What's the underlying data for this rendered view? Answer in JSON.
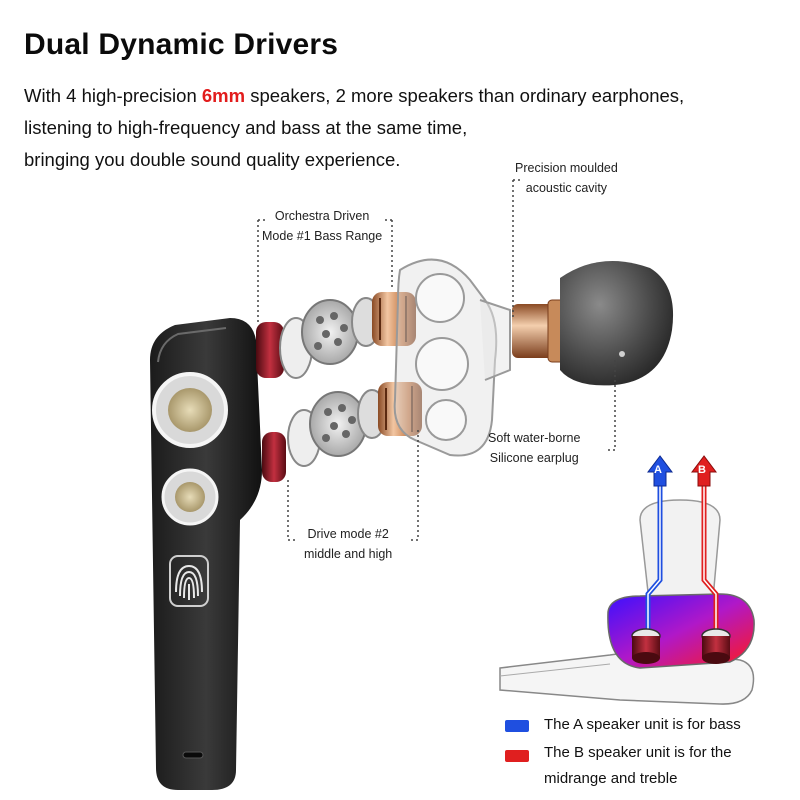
{
  "heading": "Dual Dynamic Drivers",
  "intro": {
    "line1_before": "With 4 high-precision ",
    "line1_highlight": "6mm",
    "line1_after": " speakers, 2 more speakers than ordinary earphones,",
    "line2": "listening to high-frequency and bass at the same time,",
    "line3": "bringing you double sound quality experience."
  },
  "callouts": {
    "cavity": [
      "Precision moulded",
      "acoustic cavity"
    ],
    "bass_driver": [
      "Orchestra Driven",
      "Mode #1 Bass Range"
    ],
    "earplug": [
      "Soft water-borne",
      "Silicone earplug"
    ],
    "mid_driver": [
      "Drive mode #2",
      "middle and high"
    ]
  },
  "diagram": {
    "label_a": "A",
    "label_b": "B",
    "color_a": "#1f4fe0",
    "color_b": "#e01f1f"
  },
  "legend": [
    {
      "color": "#1f4fe0",
      "text": "The A speaker unit is for bass"
    },
    {
      "color": "#e01f1f",
      "text": "The B speaker unit is for the"
    },
    {
      "color": "",
      "text": "midrange and treble"
    }
  ]
}
